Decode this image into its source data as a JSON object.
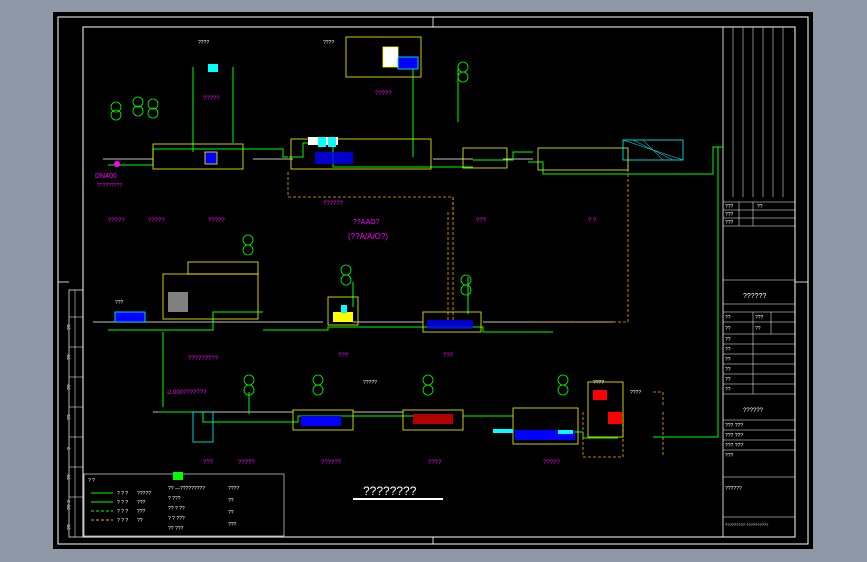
{
  "drawing": {
    "main_title": "????????",
    "dn_label": "DN400",
    "dn_sub": "?????????",
    "level_label": "-2.000???????",
    "row1_labels": [
      "?????",
      "?????",
      "?????",
      "??????",
      "?????",
      "?????",
      "???",
      "? ?"
    ],
    "row1_center_note": [
      "??AAO?",
      "(??A/A/O?)"
    ],
    "row2_labels": [
      "?????????",
      "???",
      "???"
    ],
    "row3_labels": [
      "???",
      "?????",
      "??????",
      "????",
      "?????"
    ],
    "small_tags": [
      "????",
      "????",
      "????",
      "?????",
      "????",
      "???"
    ]
  },
  "legend": {
    "title": "? ?",
    "rows": [
      {
        "code": "? ? ?",
        "text": "?????"
      },
      {
        "code": "? ? ?",
        "text": "???"
      },
      {
        "code": "? ? ?",
        "text": "???"
      },
      {
        "code": "? ? ?",
        "text": "??"
      }
    ],
    "col2": [
      "?? —?????????",
      "?  ???",
      "??  ?  ??",
      "?  ?  ???",
      "??  ???"
    ],
    "col3": [
      "????",
      "??",
      "??",
      "???"
    ]
  },
  "left_strip": {
    "entries": [
      "??",
      "??",
      "??",
      "??",
      "?",
      "??",
      "?? ?",
      "??"
    ]
  },
  "title_block": {
    "rows_top": [
      "???",
      "???",
      "???"
    ],
    "project_mark": "??",
    "drawing_name": "??????",
    "company_cn": "??????",
    "table_cells": [
      "??",
      "???",
      "??",
      "??",
      "??",
      "??",
      "??",
      "??",
      "??",
      "??"
    ],
    "drawing_no_label": "??????",
    "bottom": [
      "??? ???",
      "??? ???",
      "??? ???",
      "???"
    ],
    "footer_note": "?????????  ??????????"
  },
  "colors": {
    "frame": "#ffffff",
    "process": "#ffff00",
    "water_line": "#00ff00",
    "sludge_line": "#ffa500",
    "annotation": "#ff00ff",
    "equipment": "#00ffff",
    "tree": "#00e000"
  }
}
